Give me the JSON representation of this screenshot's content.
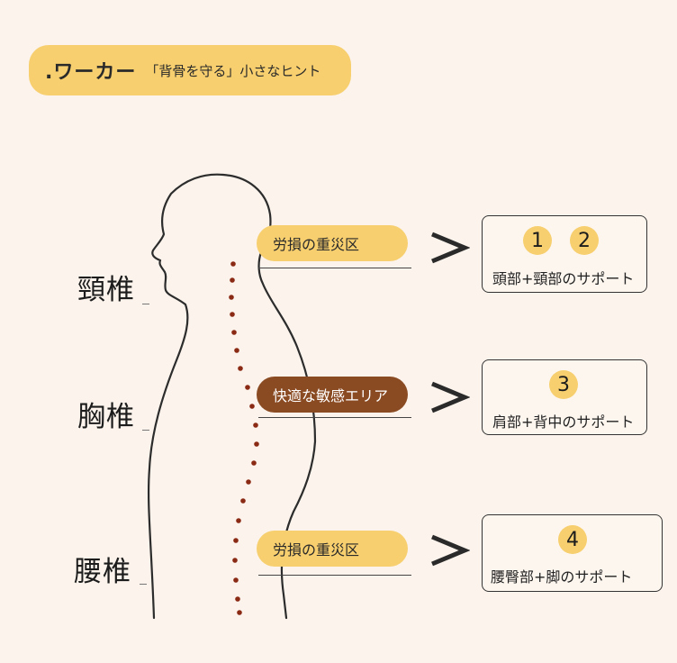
{
  "header": {
    "brand": ".ワーカー",
    "subtitle": "「背骨を守る」小さなヒント"
  },
  "regions": [
    {
      "vertebra_label": "頸椎",
      "tag_label": "労損の重災区",
      "tag_style": "yellow",
      "numbers": [
        "1",
        "2"
      ],
      "support_text": "頭部+頸部のサポート"
    },
    {
      "vertebra_label": "胸椎",
      "tag_label": "快適な敏感エリア",
      "tag_style": "brown",
      "numbers": [
        "3"
      ],
      "support_text": "肩部+背中のサポート"
    },
    {
      "vertebra_label": "腰椎",
      "tag_label": "労損の重災区",
      "tag_style": "yellow",
      "numbers": [
        "4"
      ],
      "support_text": "腰臀部+脚のサポート"
    }
  ],
  "colors": {
    "background": "#fbf3ec",
    "accent_yellow": "#f7cf6e",
    "accent_brown": "#8a4a22",
    "spine_dots": "#8b2a14"
  }
}
